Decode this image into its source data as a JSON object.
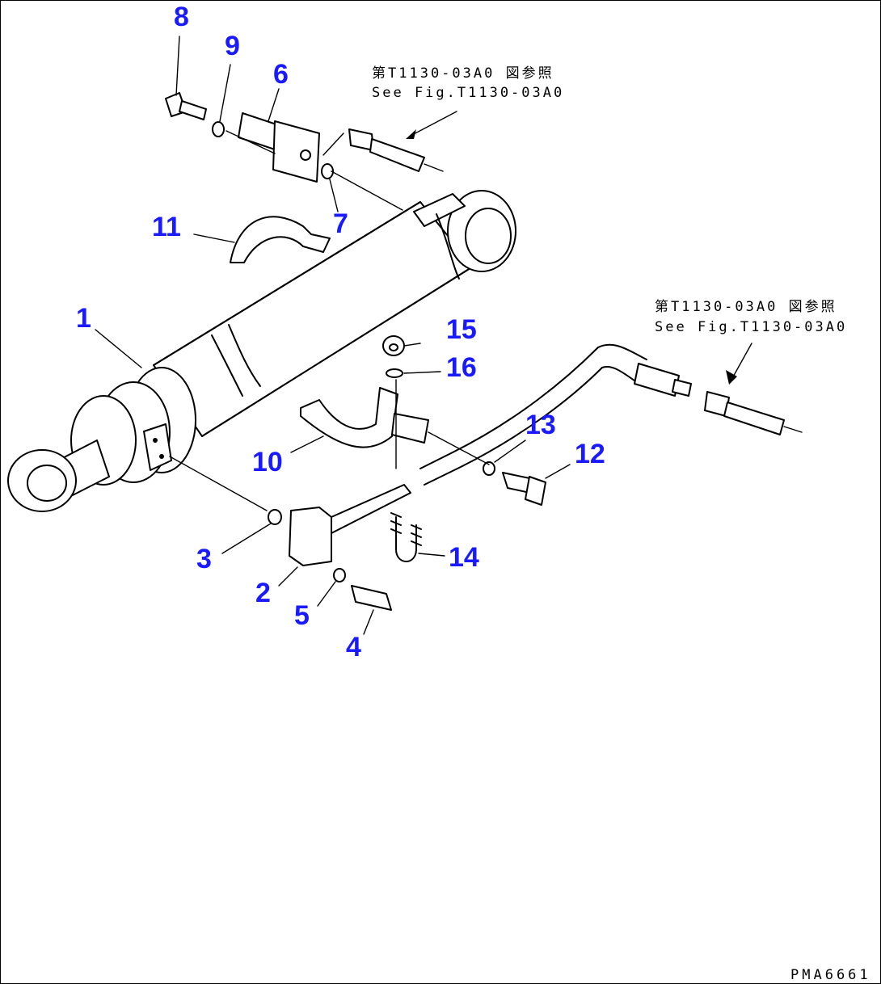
{
  "diagram": {
    "part_labels": [
      "1",
      "2",
      "3",
      "4",
      "5",
      "6",
      "7",
      "8",
      "9",
      "10",
      "11",
      "12",
      "13",
      "14",
      "15",
      "16"
    ],
    "reference_top": {
      "line1": "第T1130-03A0 図参照",
      "line2": "See Fig.T1130-03A0"
    },
    "reference_right": {
      "line1": "第T1130-03A0 図参照",
      "line2": "See Fig.T1130-03A0"
    },
    "drawing_code": "PMA6661"
  }
}
